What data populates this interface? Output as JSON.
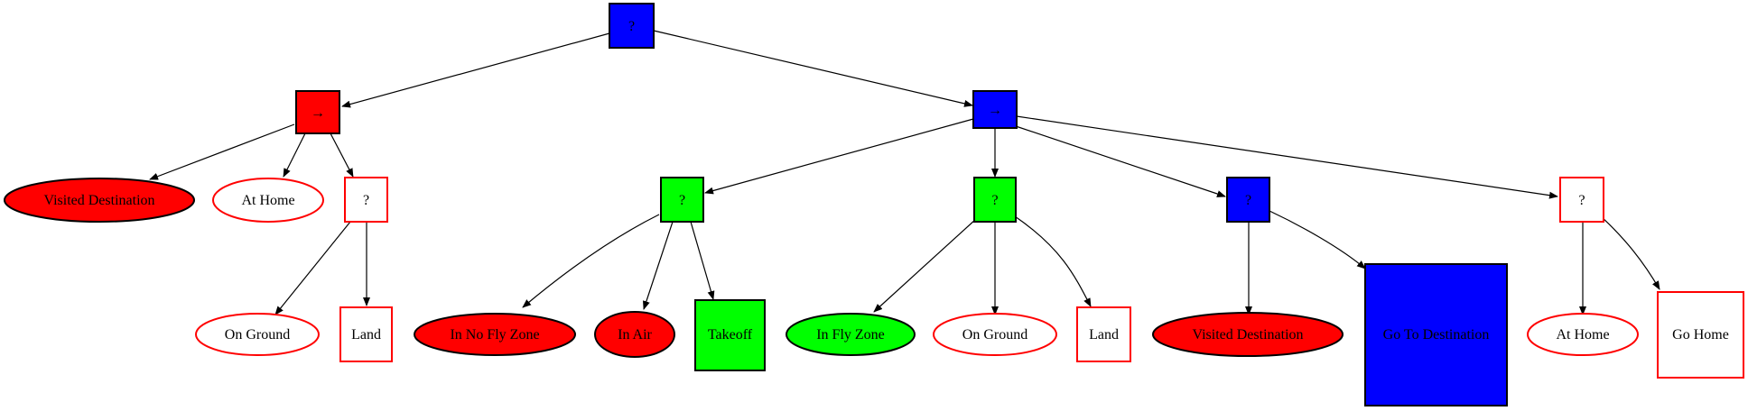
{
  "colors": {
    "red": "#ff0000",
    "blue": "#0000ff",
    "green": "#00ff00",
    "white": "#ffffff",
    "black": "#000000"
  },
  "nodes": {
    "root": {
      "label": "?"
    },
    "seq_left": {
      "label": "→"
    },
    "seq_right": {
      "label": "→"
    },
    "visited_dest_1": {
      "label": "Visited Destination"
    },
    "at_home_1": {
      "label": "At Home"
    },
    "fallback_land": {
      "label": "?"
    },
    "on_ground_1": {
      "label": "On Ground"
    },
    "land_1": {
      "label": "Land"
    },
    "fallback_takeoff": {
      "label": "?"
    },
    "in_no_fly_zone": {
      "label": "In No Fly Zone"
    },
    "in_air": {
      "label": "In Air"
    },
    "takeoff": {
      "label": "Takeoff"
    },
    "fallback_fly": {
      "label": "?"
    },
    "in_fly_zone": {
      "label": "In Fly Zone"
    },
    "on_ground_2": {
      "label": "On Ground"
    },
    "land_2": {
      "label": "Land"
    },
    "fallback_goto": {
      "label": "?"
    },
    "visited_dest_2": {
      "label": "Visited Destination"
    },
    "go_to_destination": {
      "label": "Go To Destination"
    },
    "fallback_home": {
      "label": "?"
    },
    "at_home_2": {
      "label": "At Home"
    },
    "go_home": {
      "label": "Go Home"
    }
  }
}
